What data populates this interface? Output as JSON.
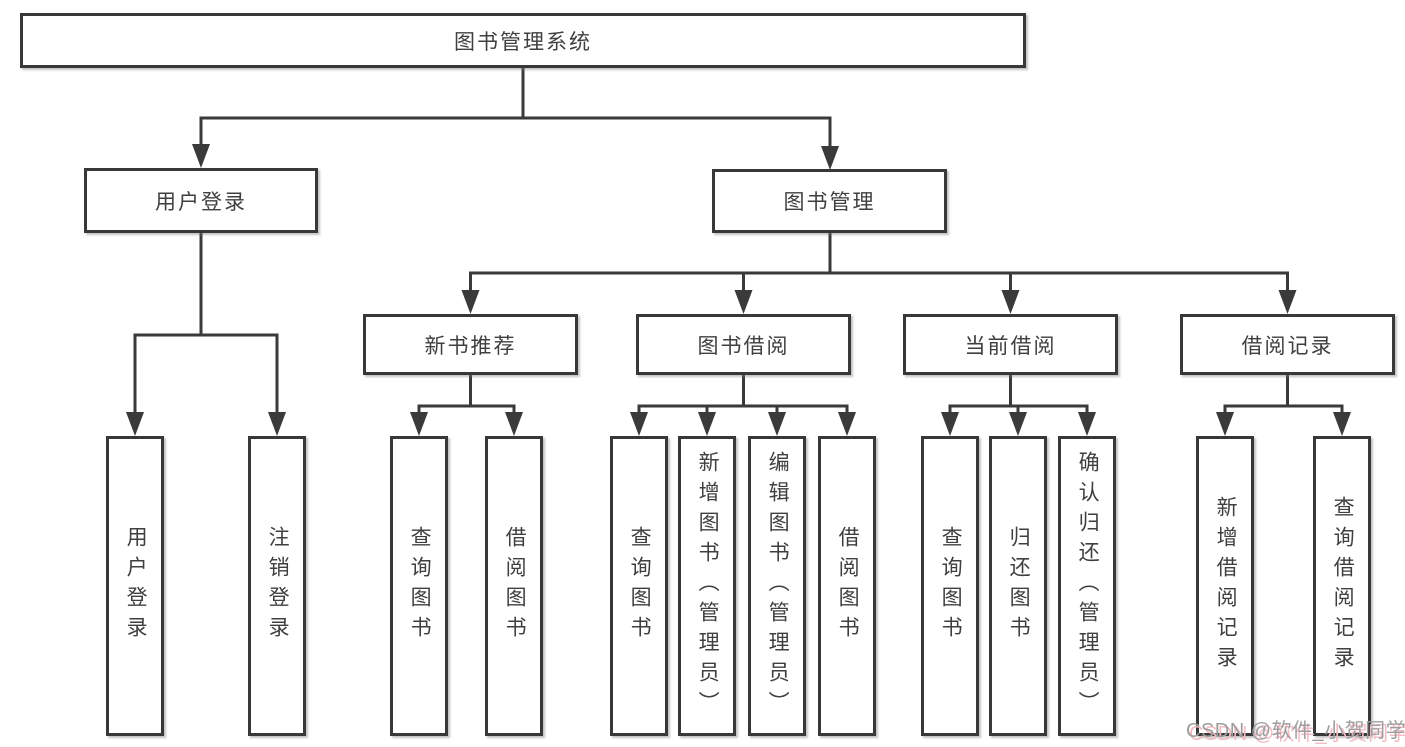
{
  "diagram": {
    "root": {
      "label": "图书管理系统"
    },
    "branches": [
      {
        "label": "用户登录",
        "children": [
          {
            "label": "用户登录"
          },
          {
            "label": "注销登录"
          }
        ]
      },
      {
        "label": "图书管理",
        "children": [
          {
            "label": "新书推荐",
            "children": [
              {
                "label": "查询图书"
              },
              {
                "label": "借阅图书"
              }
            ]
          },
          {
            "label": "图书借阅",
            "children": [
              {
                "label": "查询图书"
              },
              {
                "label": "新增图书（管理员）"
              },
              {
                "label": "编辑图书（管理员）"
              },
              {
                "label": "借阅图书"
              }
            ]
          },
          {
            "label": "当前借阅",
            "children": [
              {
                "label": "查询图书"
              },
              {
                "label": "归还图书"
              },
              {
                "label": "确认归还（管理员）"
              }
            ]
          },
          {
            "label": "借阅记录",
            "children": [
              {
                "label": "新增借阅记录"
              },
              {
                "label": "查询借阅记录"
              }
            ]
          }
        ]
      }
    ]
  },
  "watermark": {
    "text": "CSDN @软件_小贺同学"
  },
  "colors": {
    "line": "#3a3a3a",
    "box_border": "#383838",
    "text": "#3f3f3f",
    "background": "#ffffff",
    "watermark_gray": "#9e9e9e",
    "watermark_pink": "#f3bac2"
  }
}
